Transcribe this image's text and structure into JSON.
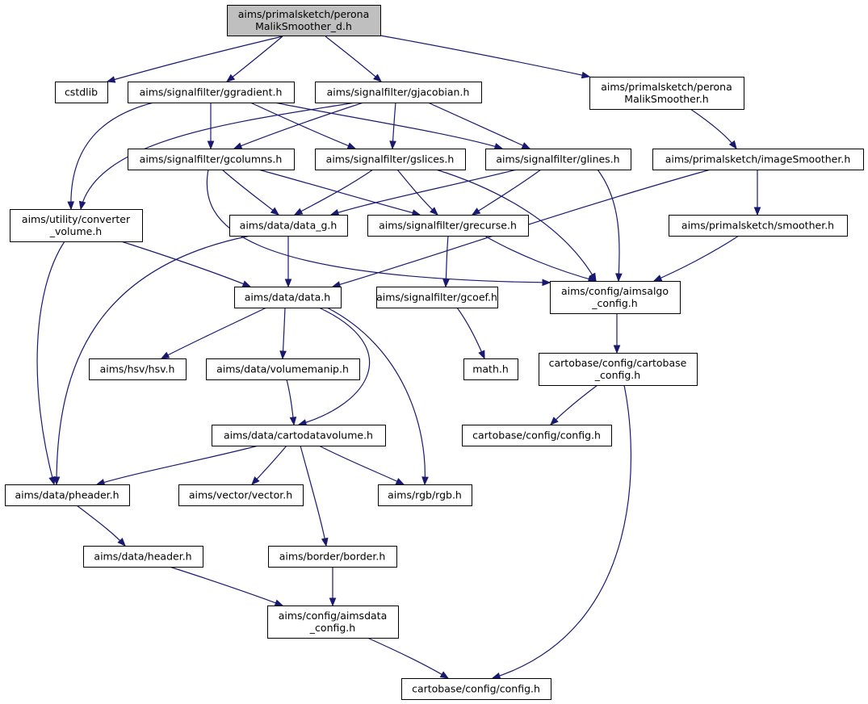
{
  "colors": {
    "edge": "#191970",
    "node_border": "#000000",
    "external_border": "#bfbfbf",
    "focus_fill": "#bfbfbf",
    "node_fill": "#ffffff"
  },
  "nodes": [
    {
      "id": "root",
      "lines": [
        "aims/primalsketch/perona",
        "MalikSmoother_d.h"
      ],
      "kind": "focus"
    },
    {
      "id": "cstdlib",
      "lines": [
        "cstdlib"
      ],
      "kind": "external"
    },
    {
      "id": "ggradient",
      "lines": [
        "aims/signalfilter/ggradient.h"
      ],
      "kind": "normal"
    },
    {
      "id": "gjacobian",
      "lines": [
        "aims/signalfilter/gjacobian.h"
      ],
      "kind": "normal"
    },
    {
      "id": "pmsmoother",
      "lines": [
        "aims/primalsketch/perona",
        "MalikSmoother.h"
      ],
      "kind": "normal"
    },
    {
      "id": "gcolumns",
      "lines": [
        "aims/signalfilter/gcolumns.h"
      ],
      "kind": "normal"
    },
    {
      "id": "gslices",
      "lines": [
        "aims/signalfilter/gslices.h"
      ],
      "kind": "normal"
    },
    {
      "id": "glines",
      "lines": [
        "aims/signalfilter/glines.h"
      ],
      "kind": "normal"
    },
    {
      "id": "imagesmoother",
      "lines": [
        "aims/primalsketch/imageSmoother.h"
      ],
      "kind": "normal"
    },
    {
      "id": "converter",
      "lines": [
        "aims/utility/converter",
        "_volume.h"
      ],
      "kind": "normal"
    },
    {
      "id": "data_g",
      "lines": [
        "aims/data/data_g.h"
      ],
      "kind": "normal"
    },
    {
      "id": "grecurse",
      "lines": [
        "aims/signalfilter/grecurse.h"
      ],
      "kind": "normal"
    },
    {
      "id": "smoother",
      "lines": [
        "aims/primalsketch/smoother.h"
      ],
      "kind": "normal"
    },
    {
      "id": "data",
      "lines": [
        "aims/data/data.h"
      ],
      "kind": "normal"
    },
    {
      "id": "gcoef",
      "lines": [
        "aims/signalfilter/gcoef.h"
      ],
      "kind": "normal"
    },
    {
      "id": "aimsalgo",
      "lines": [
        "aims/config/aimsalgo",
        "_config.h"
      ],
      "kind": "normal"
    },
    {
      "id": "hsv",
      "lines": [
        "aims/hsv/hsv.h"
      ],
      "kind": "normal"
    },
    {
      "id": "volumemanip",
      "lines": [
        "aims/data/volumemanip.h"
      ],
      "kind": "normal"
    },
    {
      "id": "math",
      "lines": [
        "math.h"
      ],
      "kind": "external"
    },
    {
      "id": "cartobase_cfg",
      "lines": [
        "cartobase/config/cartobase",
        "_config.h"
      ],
      "kind": "normal"
    },
    {
      "id": "cartodatavolume",
      "lines": [
        "aims/data/cartodatavolume.h"
      ],
      "kind": "normal"
    },
    {
      "id": "config_mid",
      "lines": [
        "cartobase/config/config.h"
      ],
      "kind": "normal"
    },
    {
      "id": "pheader",
      "lines": [
        "aims/data/pheader.h"
      ],
      "kind": "normal"
    },
    {
      "id": "vector",
      "lines": [
        "aims/vector/vector.h"
      ],
      "kind": "normal"
    },
    {
      "id": "rgb",
      "lines": [
        "aims/rgb/rgb.h"
      ],
      "kind": "normal"
    },
    {
      "id": "header",
      "lines": [
        "aims/data/header.h"
      ],
      "kind": "normal"
    },
    {
      "id": "border",
      "lines": [
        "aims/border/border.h"
      ],
      "kind": "normal"
    },
    {
      "id": "aimsdata",
      "lines": [
        "aims/config/aimsdata",
        "_config.h"
      ],
      "kind": "normal"
    },
    {
      "id": "config_bot",
      "lines": [
        "cartobase/config/config.h"
      ],
      "kind": "normal"
    }
  ],
  "edges": [
    [
      "root",
      "cstdlib"
    ],
    [
      "root",
      "ggradient"
    ],
    [
      "root",
      "gjacobian"
    ],
    [
      "root",
      "pmsmoother"
    ],
    [
      "ggradient",
      "converter"
    ],
    [
      "ggradient",
      "gcolumns"
    ],
    [
      "ggradient",
      "gslices"
    ],
    [
      "ggradient",
      "glines"
    ],
    [
      "gjacobian",
      "converter"
    ],
    [
      "gjacobian",
      "gcolumns"
    ],
    [
      "gjacobian",
      "gslices"
    ],
    [
      "gjacobian",
      "glines"
    ],
    [
      "pmsmoother",
      "imagesmoother"
    ],
    [
      "gcolumns",
      "data_g"
    ],
    [
      "gcolumns",
      "grecurse"
    ],
    [
      "gcolumns",
      "aimsalgo"
    ],
    [
      "gslices",
      "data_g"
    ],
    [
      "gslices",
      "grecurse"
    ],
    [
      "gslices",
      "aimsalgo"
    ],
    [
      "glines",
      "data_g"
    ],
    [
      "glines",
      "grecurse"
    ],
    [
      "glines",
      "aimsalgo"
    ],
    [
      "imagesmoother",
      "data"
    ],
    [
      "imagesmoother",
      "smoother"
    ],
    [
      "converter",
      "data"
    ],
    [
      "converter",
      "pheader"
    ],
    [
      "data_g",
      "data"
    ],
    [
      "data_g",
      "pheader"
    ],
    [
      "grecurse",
      "gcoef"
    ],
    [
      "grecurse",
      "aimsalgo"
    ],
    [
      "smoother",
      "aimsalgo"
    ],
    [
      "data",
      "hsv"
    ],
    [
      "data",
      "volumemanip"
    ],
    [
      "data",
      "cartodatavolume"
    ],
    [
      "data",
      "rgb"
    ],
    [
      "gcoef",
      "math"
    ],
    [
      "aimsalgo",
      "cartobase_cfg"
    ],
    [
      "volumemanip",
      "cartodatavolume"
    ],
    [
      "cartobase_cfg",
      "config_mid"
    ],
    [
      "cartobase_cfg",
      "config_bot"
    ],
    [
      "cartodatavolume",
      "pheader"
    ],
    [
      "cartodatavolume",
      "vector"
    ],
    [
      "cartodatavolume",
      "rgb"
    ],
    [
      "cartodatavolume",
      "border"
    ],
    [
      "pheader",
      "header"
    ],
    [
      "header",
      "aimsdata"
    ],
    [
      "border",
      "aimsdata"
    ],
    [
      "aimsdata",
      "config_bot"
    ]
  ]
}
